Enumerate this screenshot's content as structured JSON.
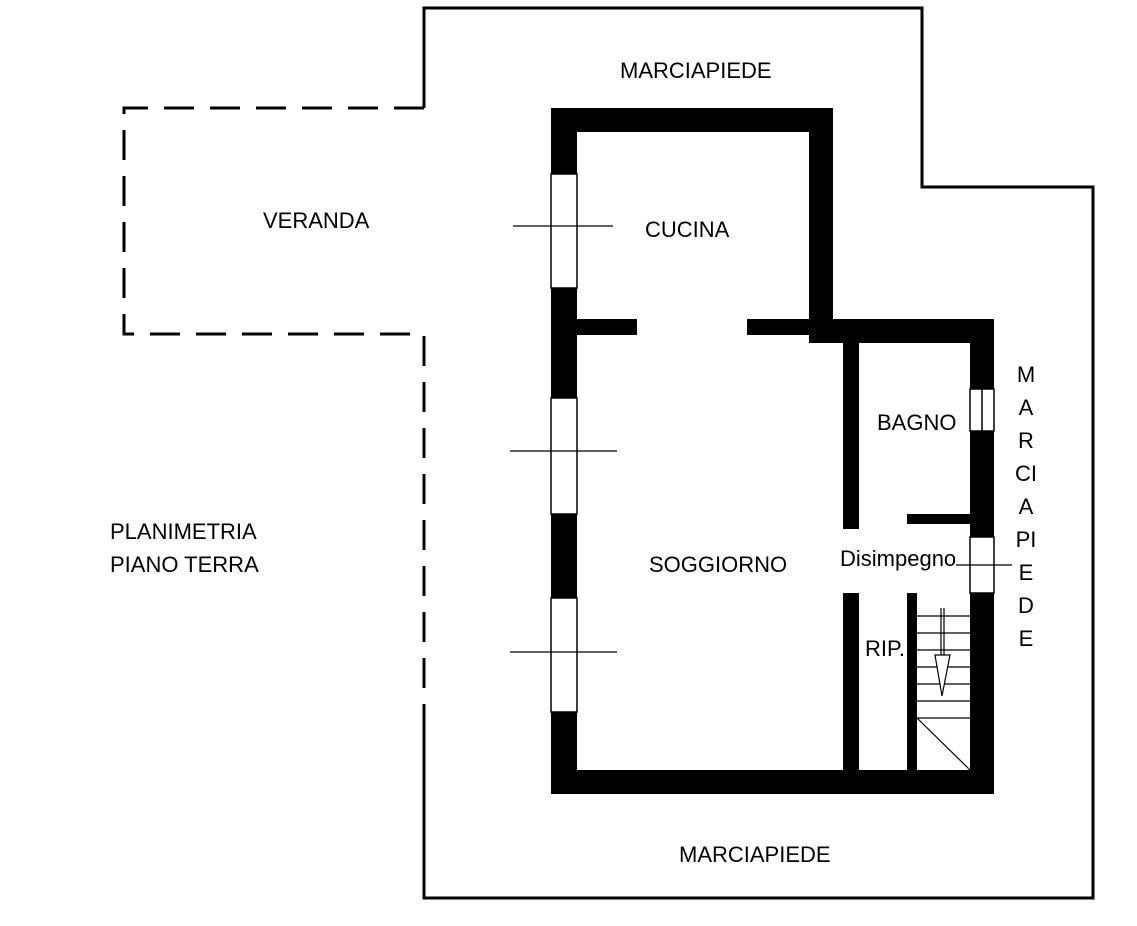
{
  "labels": {
    "marciapiede_top": "MARCIAPIEDE",
    "marciapiede_bottom": "MARCIAPIEDE",
    "marciapiede_right_chars": [
      "M",
      "A",
      "R",
      "CI",
      "A",
      "PI",
      "E",
      "D",
      "E"
    ],
    "veranda": "VERANDA",
    "cucina": "CUCINA",
    "bagno": "BAGNO",
    "disimpegno": "Disimpegno",
    "soggiorno": "SOGGIORNO",
    "ripostiglio": "RIP.",
    "title_line1": "PLANIMETRIA",
    "title_line2": "PIANO TERRA"
  }
}
